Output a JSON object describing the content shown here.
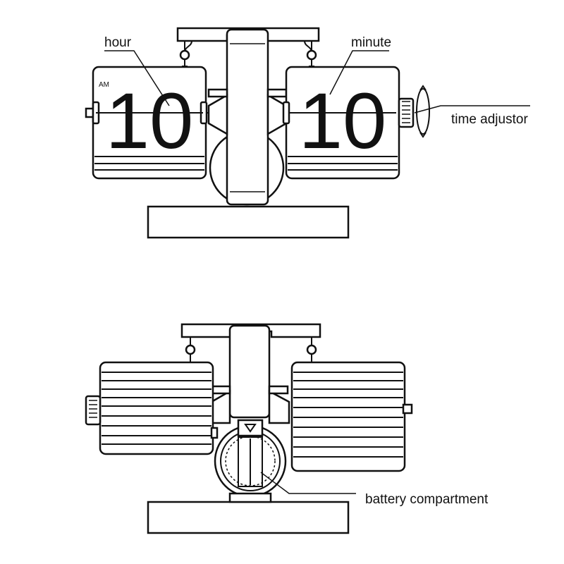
{
  "labels": {
    "hour": "hour",
    "minute": "minute",
    "time_adjustor": "time adjustor",
    "battery_compartment": "battery compartment"
  },
  "front_view": {
    "ampm": "AM",
    "hour_digits": "10",
    "minute_digits": "10"
  },
  "colors": {
    "line": "#111111",
    "background": "#ffffff"
  }
}
